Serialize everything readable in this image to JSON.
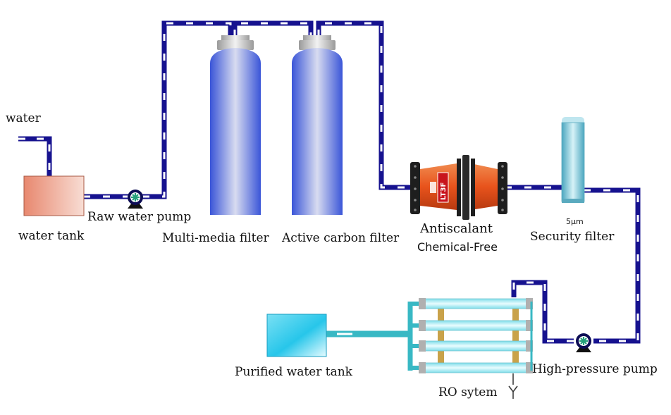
{
  "labels": {
    "water": "water",
    "water_tank": "water tank",
    "raw_water_pump": "Raw water pump",
    "multi_media_filter": "Multi-media filter",
    "active_carbon_filter": "Active carbon filter",
    "antiscalant": "Antiscalant",
    "chemical_free": "Chemical-Free",
    "filter_rating": "5μm",
    "security_filter": "Security filter",
    "high_pressure_pump": "High-pressure pump",
    "purified_water_tank": "Purified water tank",
    "ro_system": "RO sytem",
    "device_badge": "LT3F"
  },
  "colors": {
    "pipe": "#16128f",
    "pipe_stripe": "#ffffff",
    "product_pipe": "#38b8c4",
    "water_tank": "#e8886f",
    "vessel": "#5a78e6",
    "vessel_cap": "#c8c8c8",
    "antiscalant_body": "#ee5a22",
    "flange": "#1e1e1e",
    "security_filter": "#8ecfe0",
    "purified_tank": "#27c6ea",
    "ro_tube": "#a8eef5",
    "pump_impeller": "#25a07a"
  }
}
